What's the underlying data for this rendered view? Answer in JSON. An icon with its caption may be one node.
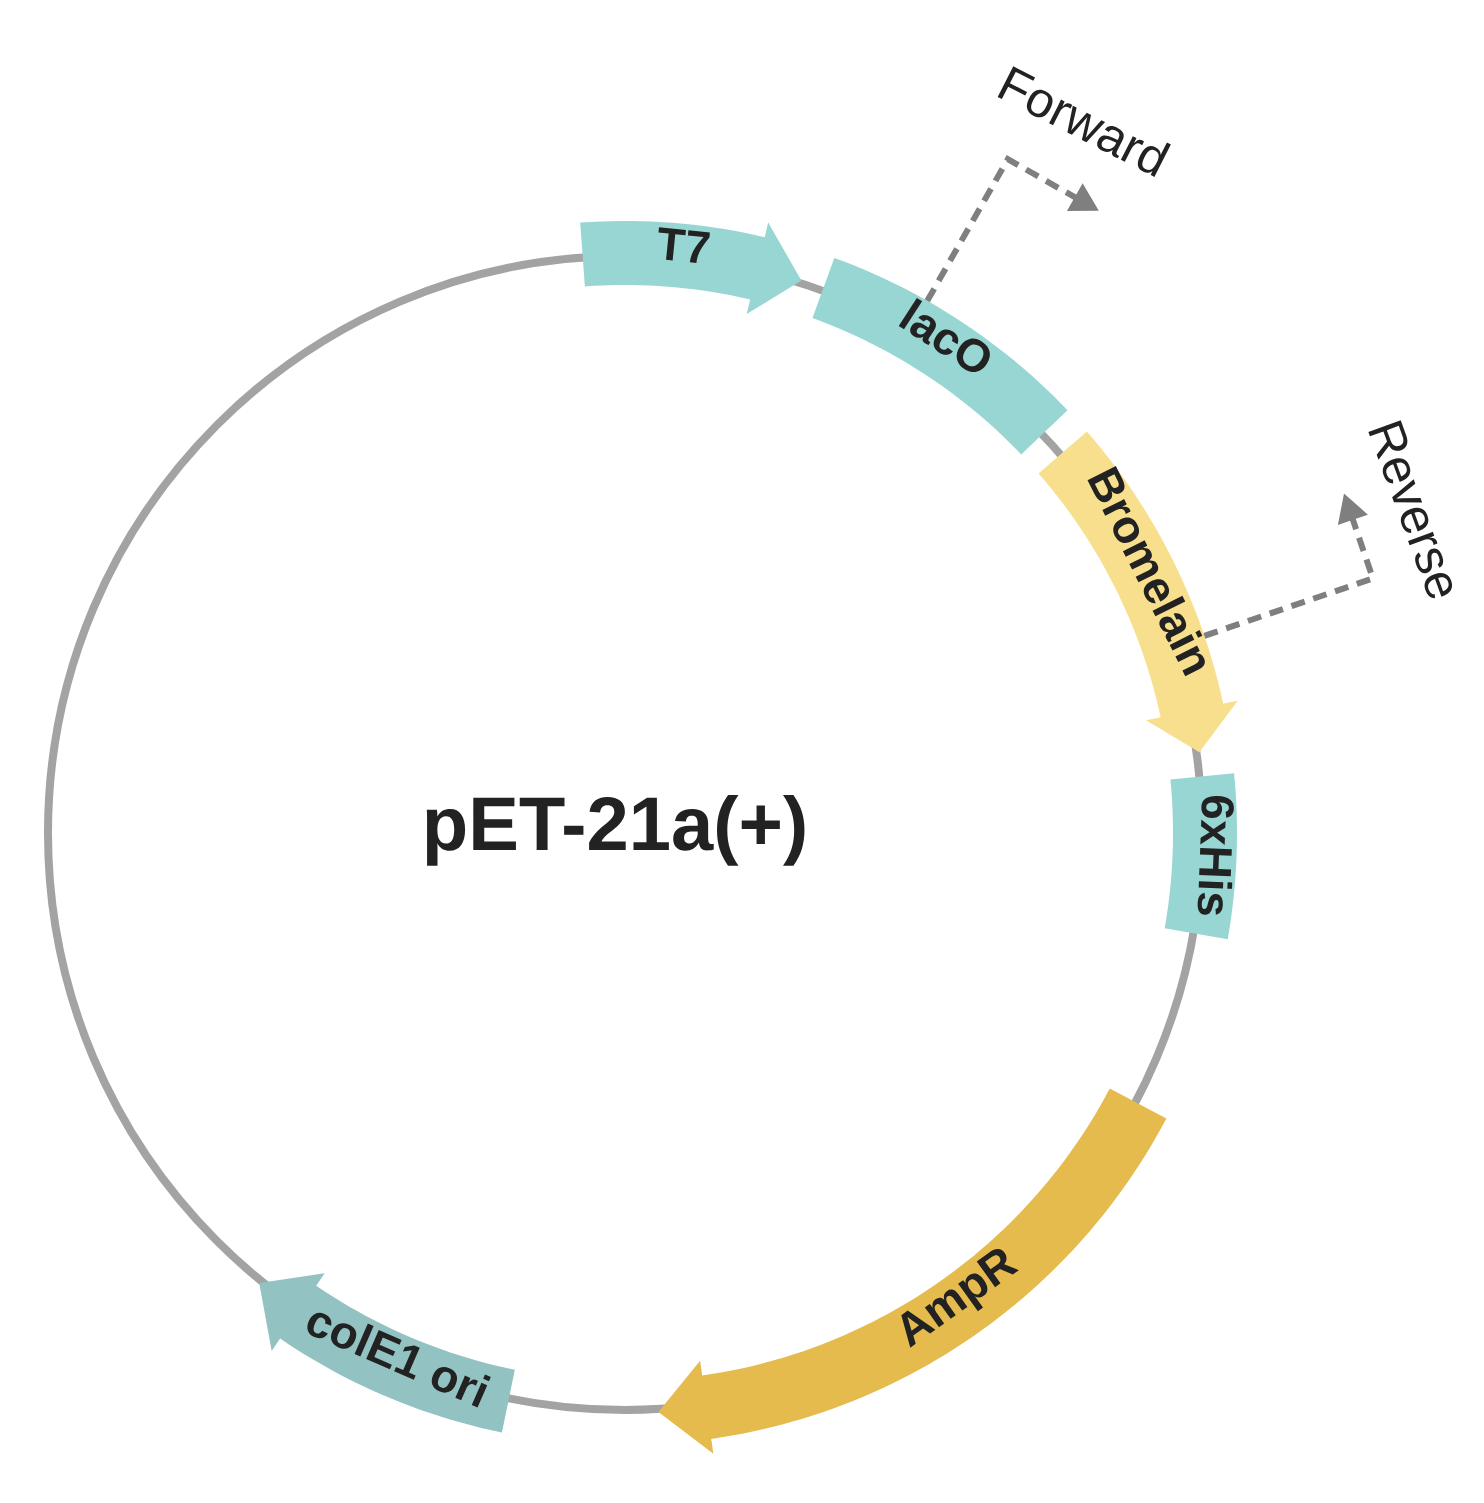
{
  "diagram": {
    "title": "pET-21a(+)",
    "nodes": [
      {
        "text": [
          "T7"
        ]
      },
      {
        "text": [
          "lacO"
        ]
      },
      {
        "text": [
          "Bromelain"
        ]
      },
      {
        "text": [
          "6xHis"
        ]
      },
      {
        "text": [
          "AmpR"
        ]
      },
      {
        "text": [
          "colE1 ori"
        ]
      }
    ],
    "edges": [
      {
        "from": 1,
        "to": null,
        "arrow": "to",
        "style": "dashed",
        "label": "Forward"
      },
      {
        "from": 2,
        "to": null,
        "arrow": "to",
        "style": "dashed",
        "label": "Reverse"
      }
    ]
  }
}
